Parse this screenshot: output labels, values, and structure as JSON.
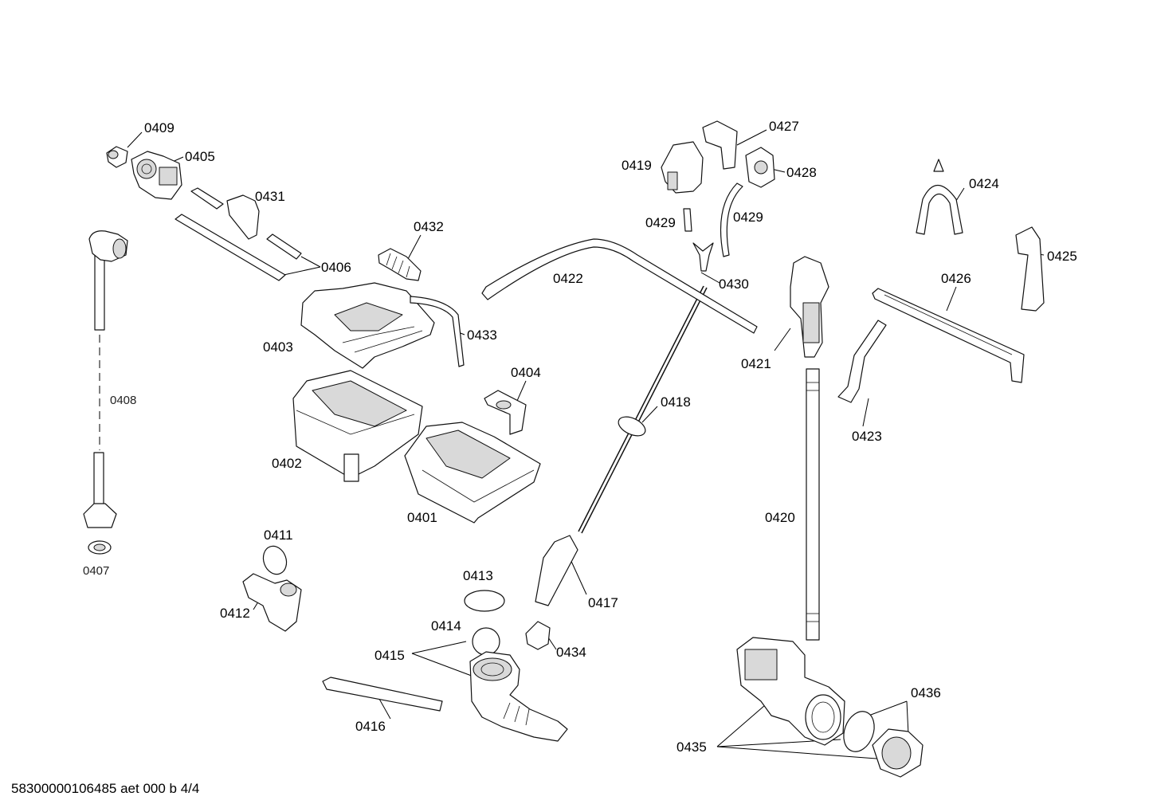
{
  "labels": {
    "p0401": "0401",
    "p0402": "0402",
    "p0403": "0403",
    "p0404": "0404",
    "p0405": "0405",
    "p0406": "0406",
    "p0407": "0407",
    "p0408": "0408",
    "p0409": "0409",
    "p0411": "0411",
    "p0412": "0412",
    "p0413": "0413",
    "p0414": "0414",
    "p0415": "0415",
    "p0416": "0416",
    "p0417": "0417",
    "p0418": "0418",
    "p0419": "0419",
    "p0420": "0420",
    "p0421": "0421",
    "p0422": "0422",
    "p0423": "0423",
    "p0424": "0424",
    "p0425": "0425",
    "p0426": "0426",
    "p0427": "0427",
    "p0428": "0428",
    "p0429a": "0429",
    "p0429b": "0429",
    "p0430": "0430",
    "p0431": "0431",
    "p0432": "0432",
    "p0433": "0433",
    "p0434": "0434",
    "p0435": "0435",
    "p0436": "0436"
  },
  "footer": {
    "doc_id": "58300000106485 aet 000 b 4/4"
  }
}
